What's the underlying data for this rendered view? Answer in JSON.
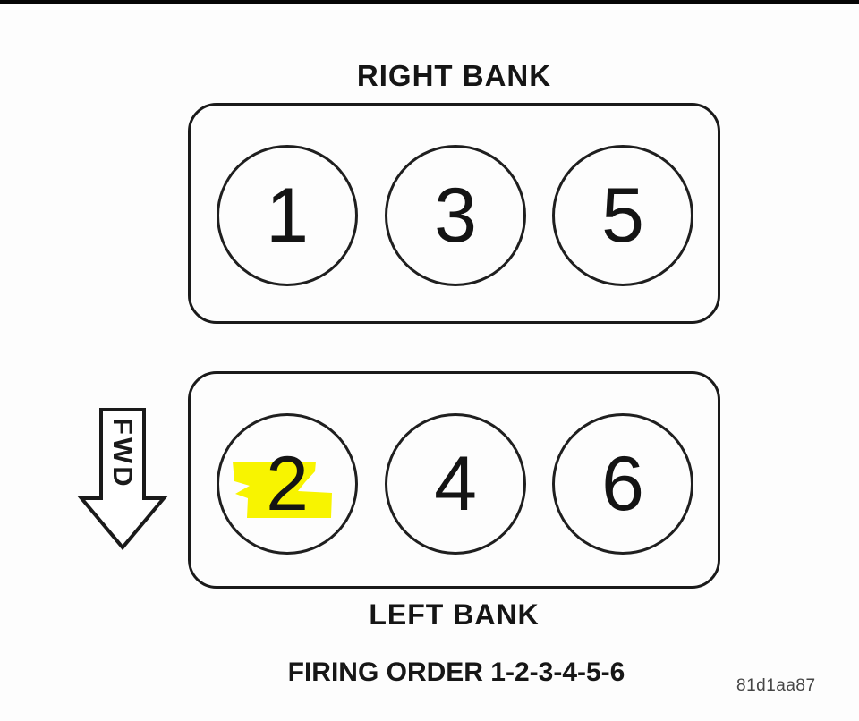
{
  "diagram": {
    "type": "engine-firing-order",
    "banks": [
      {
        "id": "right",
        "label": "RIGHT BANK",
        "cylinders": [
          "1",
          "3",
          "5"
        ]
      },
      {
        "id": "left",
        "label": "LEFT BANK",
        "cylinders": [
          "2",
          "4",
          "6"
        ]
      }
    ],
    "highlight": {
      "cylinder": "2",
      "color": "#f8f400",
      "note": "hand-drawn highlighter mark over cylinder 2"
    },
    "fwd_arrow": {
      "label": "FWD",
      "direction": "down"
    },
    "footer": {
      "firing_order": "FIRING ORDER 1-2-3-4-5-6",
      "code": "81d1aa87"
    },
    "colors": {
      "line": "#1a1a1a",
      "text": "#151515",
      "top_bar": "#050505",
      "background": "#fdfdfd"
    }
  }
}
